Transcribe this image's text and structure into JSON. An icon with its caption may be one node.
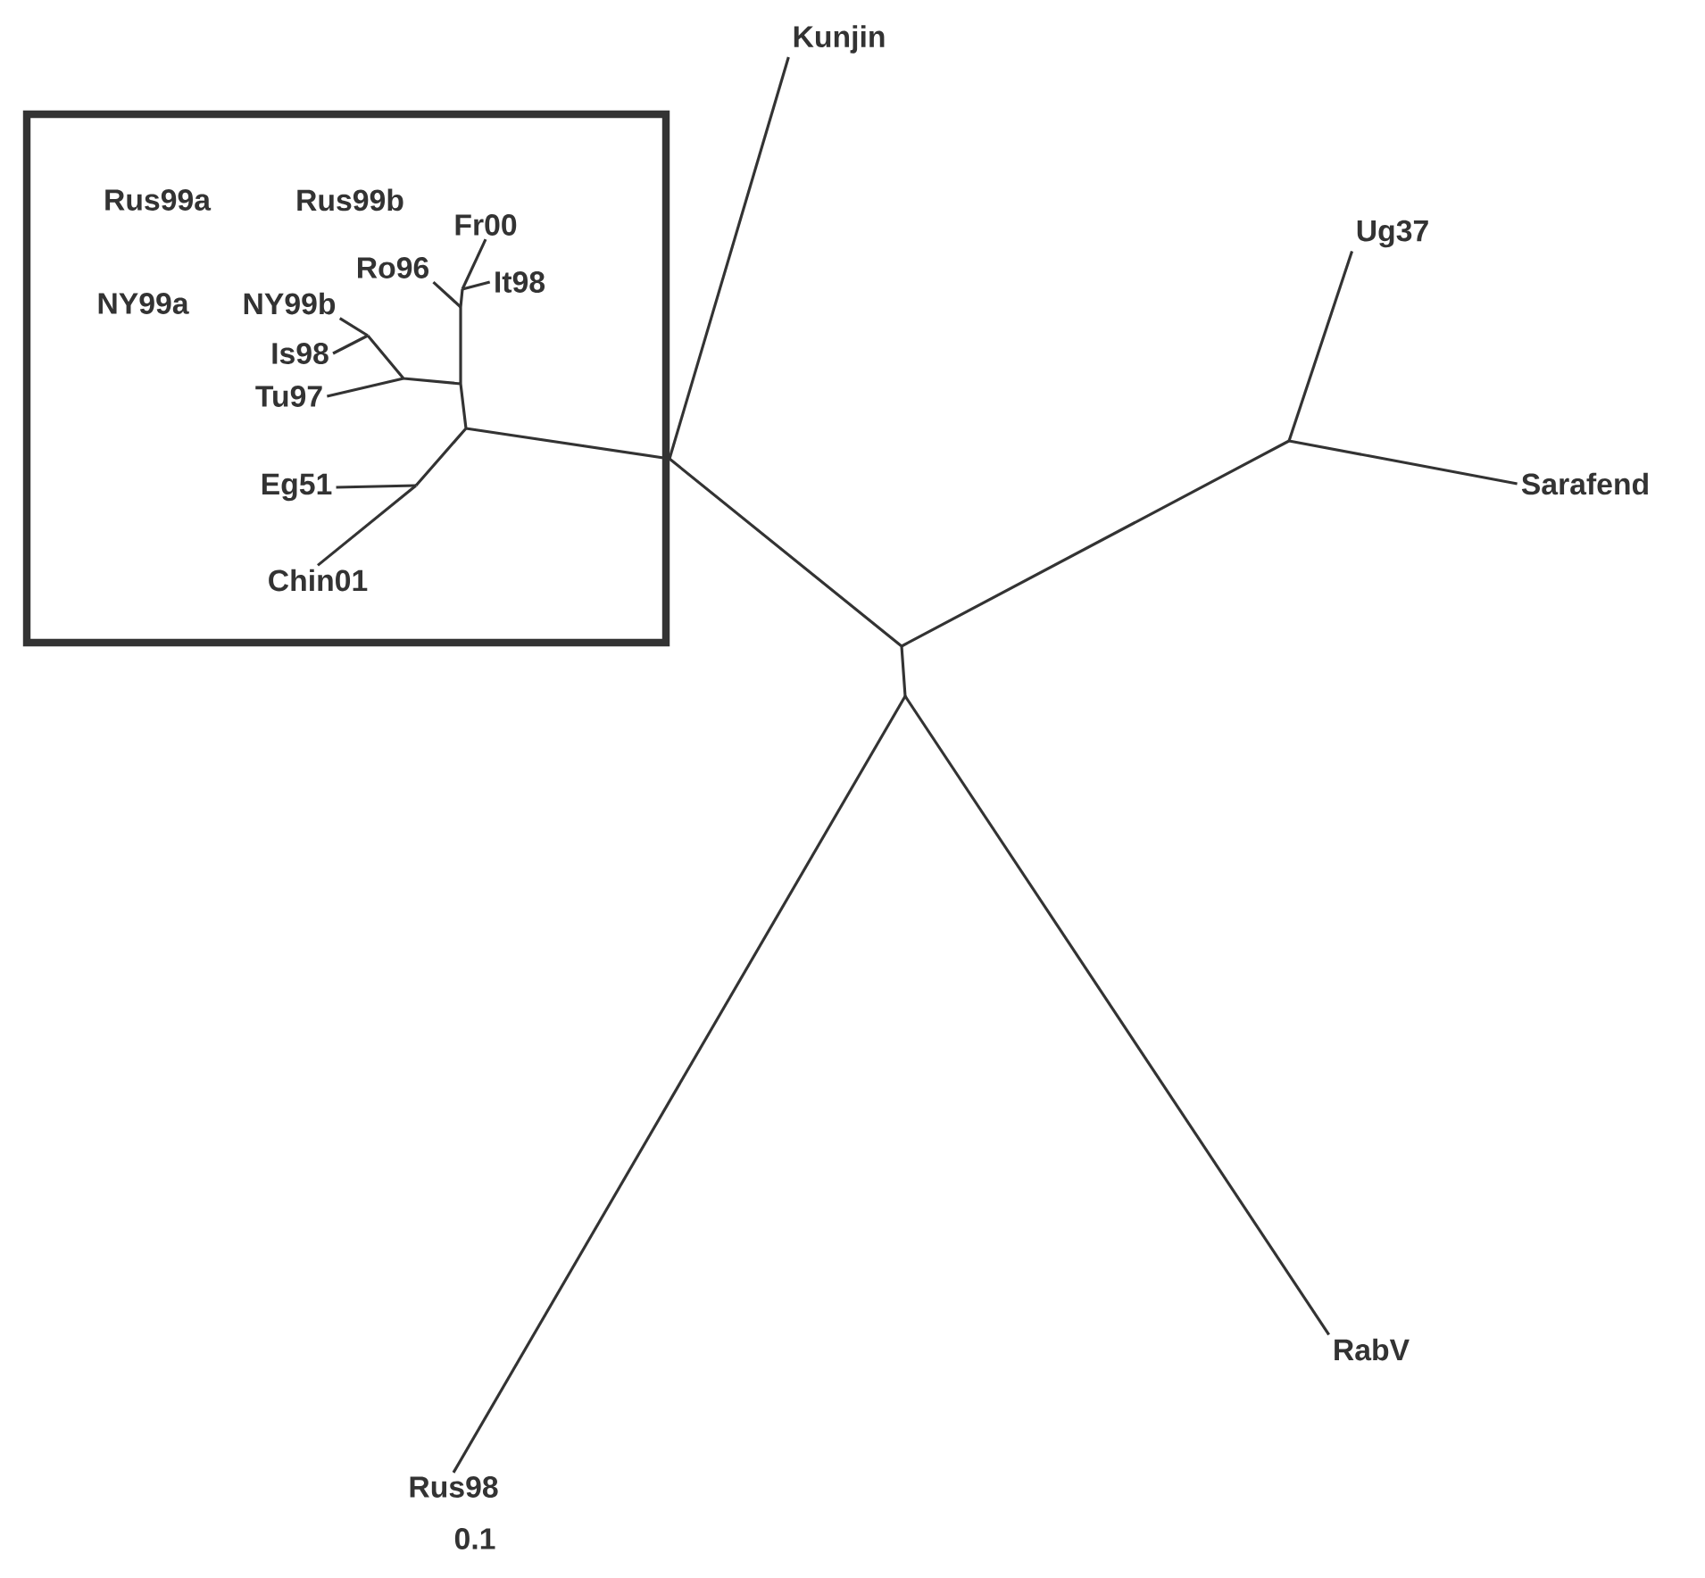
{
  "diagram": {
    "nodes": [
      {
        "text": [],
        "shape": "box"
      },
      {
        "text": [
          "Fr00"
        ],
        "in": 0
      },
      {
        "text": [
          "Ro96"
        ],
        "in": 0
      },
      {
        "text": [
          "It98"
        ],
        "in": 0
      },
      {
        "text": [
          "NY99b"
        ],
        "in": 0
      },
      {
        "text": [
          "Is98"
        ],
        "in": 0
      },
      {
        "text": [
          "Tu97"
        ],
        "in": 0
      },
      {
        "text": [
          "Eg51"
        ],
        "in": 0
      },
      {
        "text": [
          "Chin01"
        ],
        "in": 0
      },
      {
        "text": [
          "Kunjin"
        ]
      },
      {
        "text": [
          "Ug37"
        ]
      },
      {
        "text": [
          "Sarafend"
        ]
      },
      {
        "text": [
          "RabV"
        ]
      },
      {
        "text": [
          "Rus98"
        ]
      },
      {
        "text": [],
        "shape": "picture"
      }
    ],
    "edges": [
      {
        "from": 14,
        "to": 1,
        "arrow": "none"
      },
      {
        "from": 14,
        "to": 2,
        "arrow": "none"
      },
      {
        "from": 14,
        "to": 3,
        "arrow": "none"
      },
      {
        "from": 14,
        "to": 4,
        "arrow": "none"
      },
      {
        "from": 14,
        "to": 5,
        "arrow": "none"
      },
      {
        "from": 14,
        "to": 6,
        "arrow": "none"
      },
      {
        "from": 14,
        "to": 7,
        "arrow": "none"
      },
      {
        "from": 14,
        "to": 8,
        "arrow": "none"
      },
      {
        "from": 14,
        "to": 9,
        "arrow": "none"
      },
      {
        "from": 14,
        "to": 10,
        "arrow": "none"
      },
      {
        "from": 14,
        "to": 11,
        "arrow": "none"
      },
      {
        "from": 14,
        "to": 12,
        "arrow": "none"
      },
      {
        "from": 14,
        "to": 13,
        "arrow": "none"
      }
    ],
    "labels": [
      "Rus99a",
      "Rus99b",
      "NY99a",
      "0.1"
    ]
  }
}
